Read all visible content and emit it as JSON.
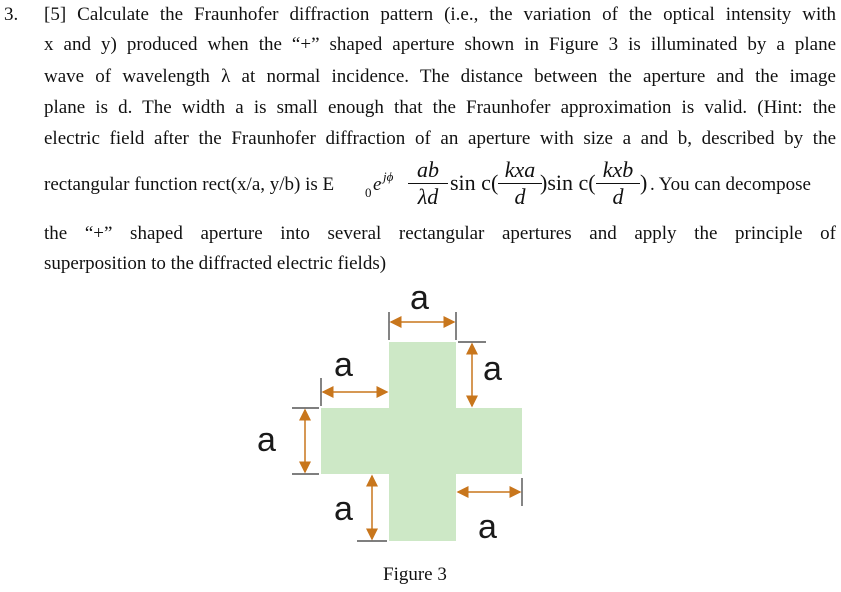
{
  "problem": {
    "number": "3.",
    "lines": [
      "[5] Calculate the Fraunhofer diffraction pattern (i.e., the variation of the optical intensity with",
      "x and y) produced when the “+” shaped aperture shown in Figure 3 is illuminated by a plane",
      "wave of wavelength λ at normal incidence. The distance between the aperture and the image",
      "plane is d. The width a is small enough that the Fraunhofer approximation is valid. (Hint: the",
      "electric field after the Fraunhofer diffraction of an aperture with size a and b, described by the"
    ],
    "formula_line": {
      "prefix": "rectangular function rect(x/a, y/b) is E",
      "e_sub": "0",
      "e_base": "e",
      "e_sup": "jϕ",
      "frac1_num": "ab",
      "frac1_den": "λd",
      "sinc_label": "sin c(",
      "frac2_num": "kxa",
      "frac2_den": "d",
      "mid": ")sin c(",
      "frac3_num": "kxb",
      "frac3_den": "d",
      "close": ")",
      "suffix": ". You can decompose"
    },
    "after_lines": [
      "the “+” shaped aperture into several rectangular apertures and apply the principle of",
      "superposition to the diffracted electric fields)"
    ]
  },
  "figure": {
    "labels": {
      "top": "a",
      "upper_left": "a",
      "upper_right": "a",
      "left": "a",
      "lower_left": "a",
      "lower_right": "a"
    },
    "caption": "Figure 3",
    "colors": {
      "cross_fill": "#cde8c6",
      "arrow": "#c8761c",
      "dim_line": "#333333"
    }
  }
}
